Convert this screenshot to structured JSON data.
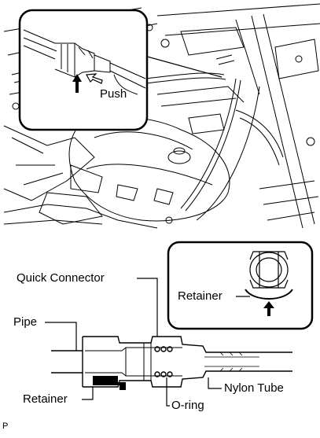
{
  "inset_top": {
    "push_label": "Push"
  },
  "bottom": {
    "quick_connector_label": "Quick Connector",
    "pipe_label": "Pipe",
    "retainer_label_left": "Retainer",
    "o_ring_label": "O-ring",
    "nylon_tube_label": "Nylon Tube"
  },
  "inset_bottom": {
    "retainer_label": "Retainer"
  },
  "footer": {
    "code": "P"
  }
}
